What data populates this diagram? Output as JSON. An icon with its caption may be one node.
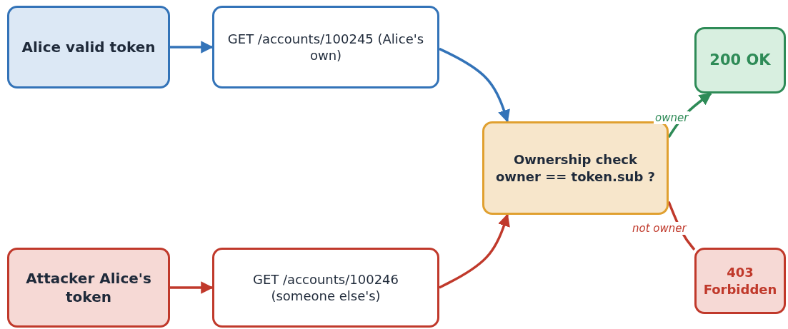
{
  "diagram": {
    "nodes": [
      {
        "text": [
          "Alice valid token"
        ]
      },
      {
        "text": [
          "GET /accounts/100245 (Alice's own)"
        ]
      },
      {
        "text": [
          "Ownership check owner == token.sub ?"
        ]
      },
      {
        "text": [
          "200 OK"
        ]
      },
      {
        "text": [
          "Attacker Alice's token"
        ]
      },
      {
        "text": [
          "GET /accounts/100246 (someone else's)"
        ]
      },
      {
        "text": [
          "403 Forbidden"
        ]
      }
    ],
    "edges": [
      {
        "from": 0,
        "to": 1,
        "arrow": "to",
        "color": "#3373b8"
      },
      {
        "from": 1,
        "to": 2,
        "arrow": "to",
        "color": "#3373b8"
      },
      {
        "from": 4,
        "to": 5,
        "arrow": "to",
        "color": "#c0392b"
      },
      {
        "from": 5,
        "to": 2,
        "arrow": "to",
        "color": "#c0392b"
      },
      {
        "from": 2,
        "to": 3,
        "arrow": "to",
        "label": "owner",
        "color": "#2e8b57"
      },
      {
        "from": 2,
        "to": 6,
        "arrow": "none",
        "label": "not owner",
        "color": "#c0392b"
      }
    ]
  }
}
